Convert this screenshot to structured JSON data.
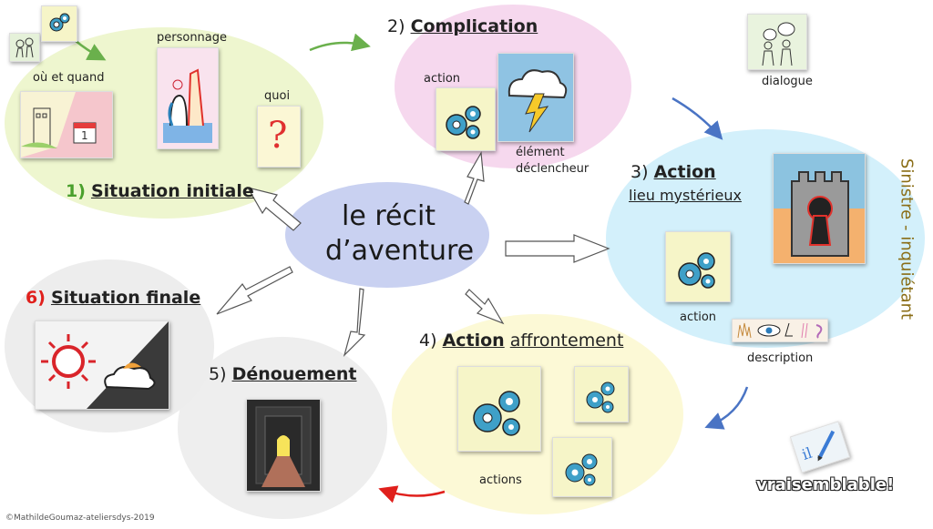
{
  "center": {
    "line1": "le récit",
    "line2": "d’aventure"
  },
  "nodes": {
    "initial": {
      "num": "1)",
      "title": "Situation initiale",
      "labels": {
        "where_when": "où et quand",
        "character": "personnage",
        "what": "quoi"
      }
    },
    "complication": {
      "num": "2)",
      "title": "Complication",
      "labels": {
        "action": "action",
        "trigger_1": "élément",
        "trigger_2": "déclencheur"
      }
    },
    "action": {
      "num": "3)",
      "title": "Action",
      "subtitle": "lieu mystérieux",
      "labels": {
        "dialogue": "dialogue",
        "action": "action",
        "description": "description"
      },
      "side_text": "Sinistre - inquiétant"
    },
    "confrontation": {
      "num": "4)",
      "title": "Action",
      "title_rest": "affrontement",
      "labels": {
        "actions": "actions"
      }
    },
    "resolution": {
      "num": "5)",
      "title": "Dénouement"
    },
    "final": {
      "num": "6)",
      "title": "Situation finale"
    }
  },
  "plausible": "vraisemblable!",
  "copyright": "©MathildeGoumaz-ateliersdys-2019",
  "colors": {
    "green_num": "#4aa02c",
    "red_num": "#e0201c",
    "center_blob": "#c5cdef",
    "initial_blob": "#eaf3c4",
    "complication_blob": "#f4d4ec",
    "action_blob": "#cdeef9",
    "confrontation_blob": "#fbf8d2",
    "resolution_blob": "#ececec",
    "side_text": "#8a6d16"
  },
  "icons": [
    "gears-icon",
    "storm-icon",
    "castle-keyhole-icon",
    "city-calendar-icon",
    "people-icon",
    "question-mark-icon",
    "sun-cloud-icon",
    "tunnel-icon",
    "senses-icon",
    "pencil-icon",
    "dialogue-icon"
  ]
}
